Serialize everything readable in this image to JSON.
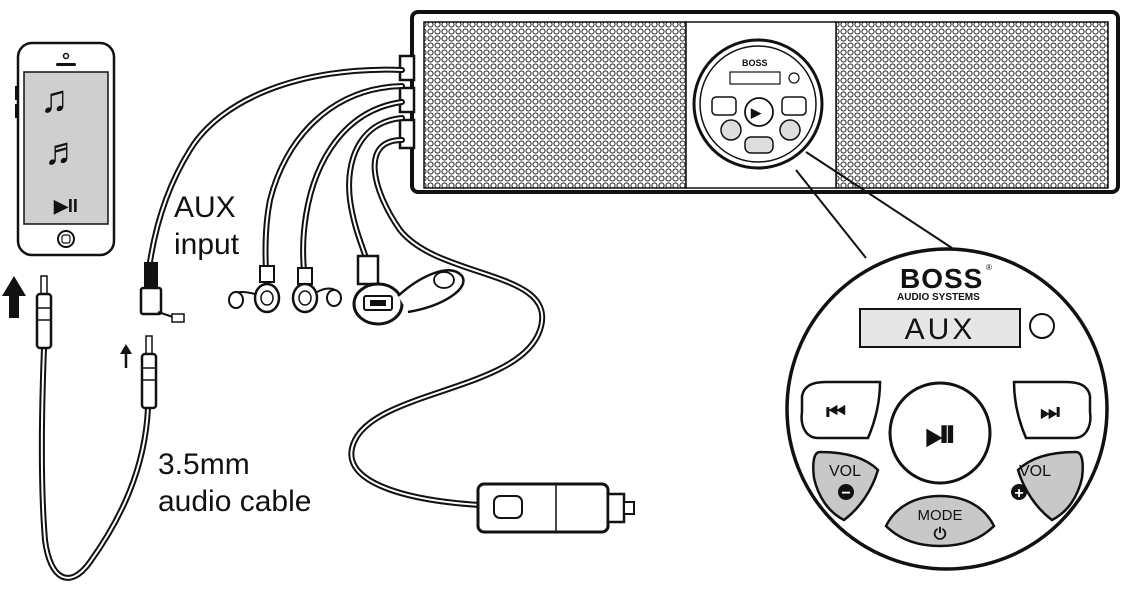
{
  "labels": {
    "aux_line1": "AUX",
    "aux_line2": "input",
    "cable_line1": "3.5mm",
    "cable_line2": "audio cable"
  },
  "control_panel": {
    "brand": "BOSS",
    "brand_reg": "®",
    "subbrand": "AUDIO SYSTEMS",
    "display_text": "AUX",
    "prev_glyph": "⏮",
    "play_glyph": "⏯",
    "next_glyph": "⏭",
    "vol_down_label": "VOL",
    "vol_down_sign": "−",
    "vol_up_label": "VOL",
    "vol_up_sign": "+",
    "mode_label": "MODE",
    "mode_icon": "⏻"
  },
  "phone": {
    "music_icon_1": "♫",
    "music_icon_2": "♬",
    "play_pause": "▶II"
  },
  "colors": {
    "ink": "#111111",
    "button_light": "#ffffff",
    "button_gray": "#c8c8c8",
    "display_bg": "#e6e6e6",
    "phone_screen": "#cfcfcf"
  }
}
